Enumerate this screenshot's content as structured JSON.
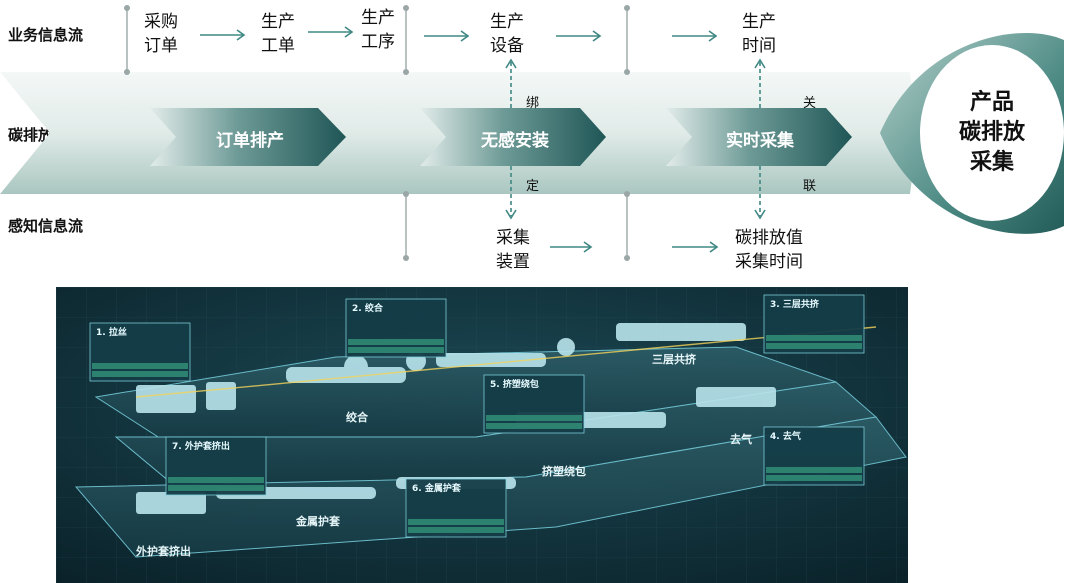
{
  "rows": {
    "business_flow": "业务信息流",
    "carbon_flow": "碳排放采集业务流",
    "sensing_flow": "感知信息流"
  },
  "business_items": [
    {
      "line1": "采购",
      "line2": "订单"
    },
    {
      "line1": "生产",
      "line2": "工单"
    },
    {
      "line1": "生产",
      "line2": "工序"
    },
    {
      "line1": "生产",
      "line2": "设备"
    },
    {
      "line1": "生产",
      "line2": "时间"
    }
  ],
  "sensing_items": [
    {
      "line1": "采集",
      "line2": "装置"
    },
    {
      "line1": "碳排放值",
      "line2": "采集时间"
    }
  ],
  "chevrons": [
    "订单排产",
    "无感安装",
    "实时采集"
  ],
  "binding": {
    "top": "绑",
    "bottom": "定"
  },
  "association": {
    "top": "关",
    "bottom": "联"
  },
  "result": {
    "line1": "产品",
    "line2": "碳排放",
    "line3": "采集"
  },
  "factory_scene": {
    "stations": [
      {
        "card_title": "1. 拉丝"
      },
      {
        "card_title": "2. 绞合"
      },
      {
        "card_title": "3. 三层共挤",
        "floor_label": "三层共挤"
      },
      {
        "card_title": "4. 去气",
        "floor_label": "去气"
      },
      {
        "card_title": "5. 挤塑绕包",
        "floor_label": "挤塑绕包"
      },
      {
        "card_title": "6. 金属护套",
        "floor_label": "金属护套"
      },
      {
        "card_title": "7. 外护套挤出",
        "floor_label": "外护套挤出"
      }
    ],
    "extra_floor_labels": [
      "绞合"
    ]
  },
  "colors": {
    "band_light": "#e8f0ee",
    "band_dark": "#8fb3ad",
    "chevron_start": "#cfe0dc",
    "chevron_end": "#1f5a5a",
    "circle_ring": "#3d7d78",
    "scene_bg": "#0e2c36"
  }
}
